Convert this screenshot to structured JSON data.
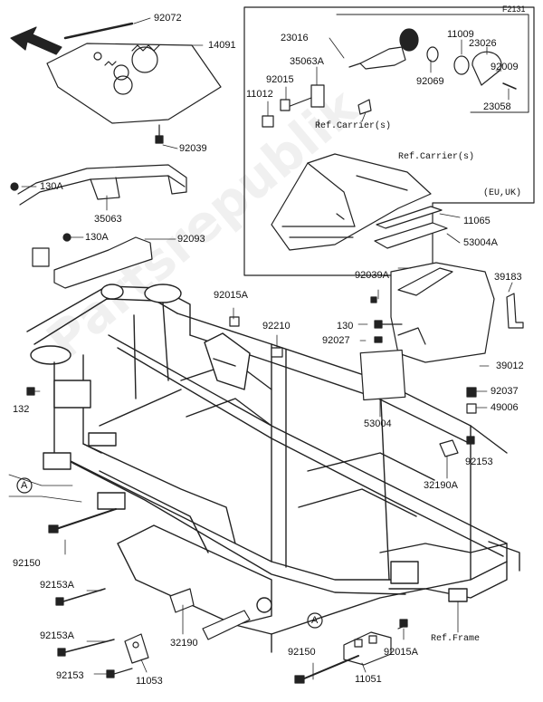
{
  "figure_id": "F2131",
  "watermark": "Partsrepublik",
  "labels": {
    "p92072": "92072",
    "p14091": "14091",
    "p92039": "92039",
    "p130A_a": "130A",
    "p35063": "35063",
    "p130A_b": "130A",
    "p92093": "92093",
    "p92015A_a": "92015A",
    "p92210": "92210",
    "p132": "132",
    "pA_left": "A",
    "p92150_a": "92150",
    "p92153A_a": "92153A",
    "p92153A_b": "92153A",
    "p92153": "92153",
    "p32190": "32190",
    "p11053": "11053",
    "p23016": "23016",
    "p35063A": "35063A",
    "p92015": "92015",
    "p11012": "11012",
    "p11009": "11009",
    "p23026": "23026",
    "p92069": "92069",
    "p92009": "92009",
    "p23058": "23058",
    "p11065": "11065",
    "p53004A": "53004A",
    "p92039A": "92039A",
    "p39183": "39183",
    "p130": "130",
    "p92027": "92027",
    "p39012": "39012",
    "p92037": "92037",
    "p49006": "49006",
    "p53004": "53004",
    "p92153_b": "92153",
    "p32190A": "32190A",
    "pA_bottom": "A",
    "p92150_b": "92150",
    "p11051": "11051",
    "p92015A_b": "92015A"
  },
  "refs": {
    "ref_carrier_1": "Ref.Carrier(s)",
    "ref_carrier_2": "Ref.Carrier(s)",
    "ref_frame": "Ref.Frame",
    "region": "(EU,UK)"
  },
  "icons": {
    "arrow": "front-direction-arrow-icon"
  }
}
